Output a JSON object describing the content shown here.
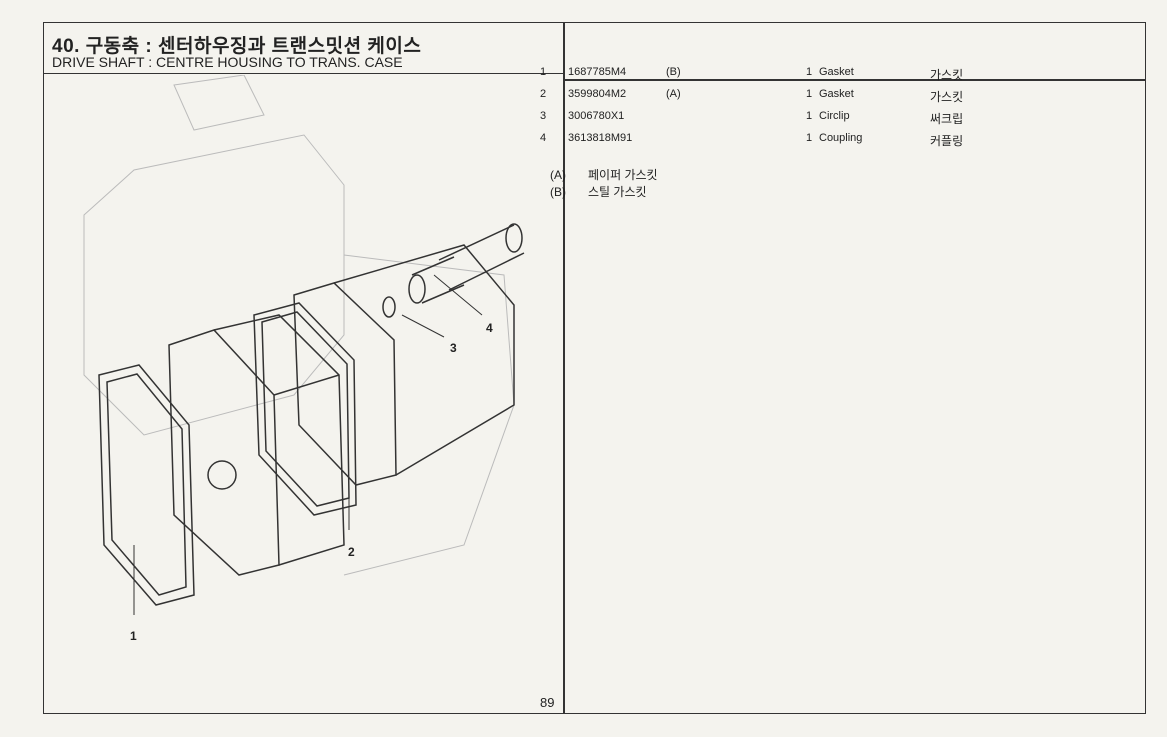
{
  "header": {
    "title_ko": "40. 구동축 : 센터하우징과 트랜스밋션 케이스",
    "title_en": "DRIVE SHAFT : CENTRE HOUSING TO TRANS. CASE"
  },
  "parts": [
    {
      "no": "1",
      "part_no": "1687785M4",
      "note": "(B)",
      "qty": "1",
      "name_en": "Gasket",
      "name_ko": "가스킷"
    },
    {
      "no": "2",
      "part_no": "3599804M2",
      "note": "(A)",
      "qty": "1",
      "name_en": "Gasket",
      "name_ko": "가스킷"
    },
    {
      "no": "3",
      "part_no": "3006780X1",
      "note": "",
      "qty": "1",
      "name_en": "Circlip",
      "name_ko": "써크립"
    },
    {
      "no": "4",
      "part_no": "3613818M91",
      "note": "",
      "qty": "1",
      "name_en": "Coupling",
      "name_ko": "커플링"
    }
  ],
  "notes": [
    {
      "key": "(A)",
      "text": "페이퍼 가스킷"
    },
    {
      "key": "(B)",
      "text": "스틸 가스킷"
    }
  ],
  "callouts": [
    "1",
    "2",
    "3",
    "4"
  ],
  "page_number": "89"
}
